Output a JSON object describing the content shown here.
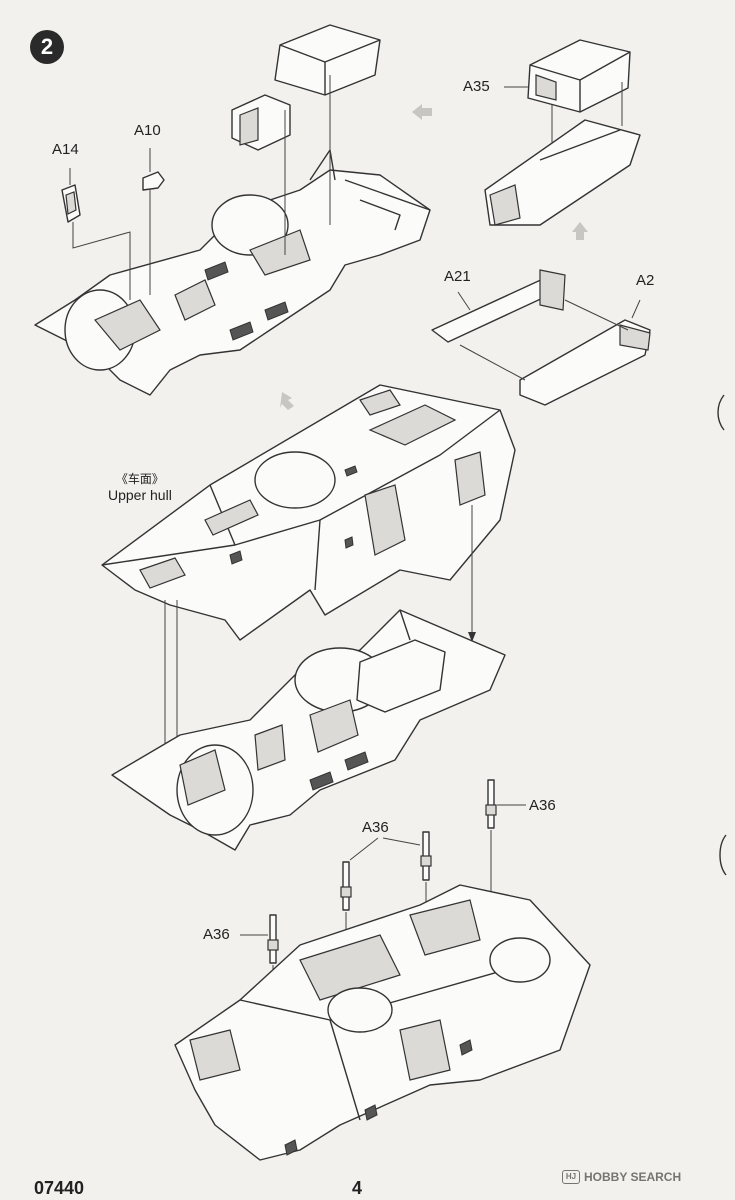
{
  "step": {
    "number": "2"
  },
  "parts": {
    "a14": "A14",
    "a10": "A10",
    "a35": "A35",
    "a21": "A21",
    "a2": "A2",
    "a36_right": "A36",
    "a36_mid": "A36",
    "a36_left": "A36"
  },
  "hull_label": {
    "chinese": "《车面》",
    "english": "Upper hull"
  },
  "footer": {
    "code": "07440",
    "page": "4"
  },
  "watermark": {
    "logo": "HJ",
    "text": "HOBBY SEARCH"
  }
}
